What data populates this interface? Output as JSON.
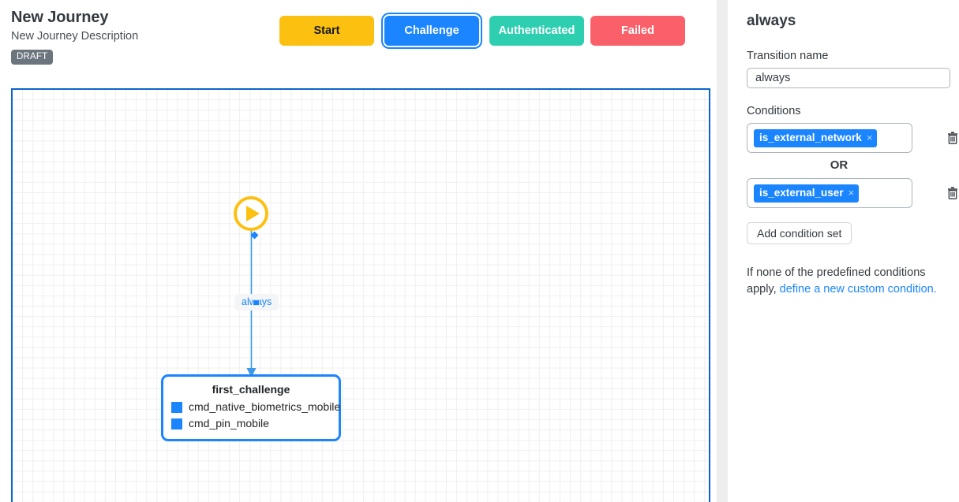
{
  "header": {
    "title": "New Journey",
    "description": "New Journey Description",
    "status_badge": "DRAFT"
  },
  "state_buttons": [
    {
      "label": "Start",
      "color": "#fcc011",
      "text_color": "#1a1a1a",
      "selected": false,
      "name": "state-button-start"
    },
    {
      "label": "Challenge",
      "color": "#1a85ff",
      "text_color": "#ffffff",
      "selected": true,
      "name": "state-button-challenge"
    },
    {
      "label": "Authenticated",
      "color": "#2ecfb0",
      "text_color": "#ffffff",
      "selected": false,
      "name": "state-button-authenticated"
    },
    {
      "label": "Failed",
      "color": "#f9606a",
      "text_color": "#ffffff",
      "selected": false,
      "name": "state-button-failed"
    }
  ],
  "canvas": {
    "border_color": "#0b64ce",
    "grid_color": "#efefef",
    "start_node": {
      "icon": "play-icon",
      "color": "#fcc011"
    },
    "edge_label": "always",
    "challenge_node": {
      "title": "first_challenge",
      "border_color": "#1a85ff",
      "items": [
        {
          "label": "cmd_native_biometrics_mobile",
          "swatch": "#1a85ff"
        },
        {
          "label": "cmd_pin_mobile",
          "swatch": "#1a85ff"
        }
      ]
    }
  },
  "panel": {
    "title": "always",
    "transition_name_label": "Transition name",
    "transition_name_value": "always",
    "transition_name_placeholder": "Transition name",
    "conditions_label": "Conditions",
    "condition_sets": [
      {
        "chip": "is_external_network",
        "remove": "×",
        "delete_icon": "trash-icon"
      },
      {
        "chip": "is_external_user",
        "remove": "×",
        "delete_icon": "trash-icon"
      }
    ],
    "or_operator": "OR",
    "add_condition_set_label": "Add condition set",
    "helper_text_prefix": "If none of the predefined conditions apply, ",
    "helper_link_text": "define a new custom condition.",
    "accent_color": "#1a85ff"
  }
}
